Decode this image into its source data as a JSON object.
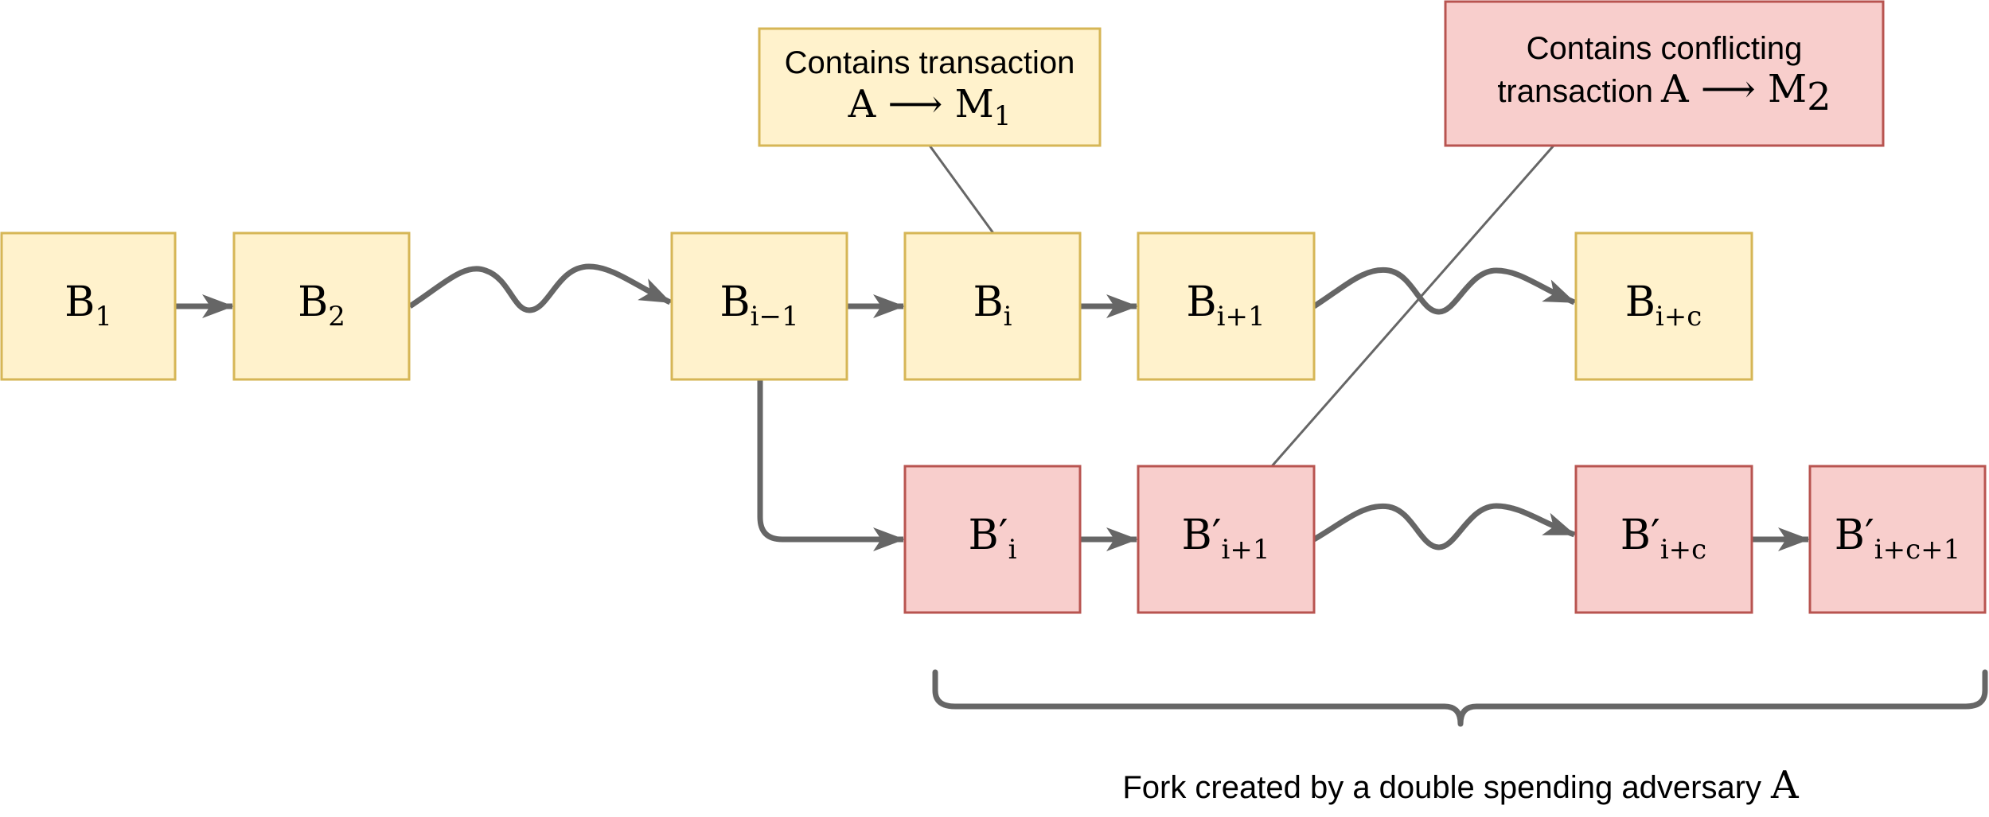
{
  "colors": {
    "main_fill": "#fff2cc",
    "main_stroke": "#d6b656",
    "fork_fill": "#f8cecc",
    "fork_stroke": "#b85450",
    "edge": "#666666",
    "callout_line": "#666666"
  },
  "blocks": {
    "b1": {
      "base": "B",
      "prime": "",
      "sub": "1"
    },
    "b2": {
      "base": "B",
      "prime": "",
      "sub": "2"
    },
    "bim1": {
      "base": "B",
      "prime": "",
      "sub": "i−1"
    },
    "bi": {
      "base": "B",
      "prime": "",
      "sub": "i"
    },
    "bi1": {
      "base": "B",
      "prime": "",
      "sub": "i+1"
    },
    "bic": {
      "base": "B",
      "prime": "",
      "sub": "i+c"
    },
    "fi": {
      "base": "B",
      "prime": "′",
      "sub": "i"
    },
    "fi1": {
      "base": "B",
      "prime": "′",
      "sub": "i+1"
    },
    "fic": {
      "base": "B",
      "prime": "′",
      "sub": "i+c"
    },
    "fic1": {
      "base": "B",
      "prime": "′",
      "sub": "i+c+1"
    }
  },
  "notes": {
    "main": {
      "text": "Contains transaction",
      "math_main": "A ⟶ M",
      "math_sub": "1"
    },
    "fork": {
      "line1": "Contains conflicting",
      "line2": "transaction",
      "math_main": "A ⟶ M",
      "math_sub": "2"
    }
  },
  "fork_caption": {
    "text": "Fork created by a double spending adversary",
    "math": "A"
  }
}
